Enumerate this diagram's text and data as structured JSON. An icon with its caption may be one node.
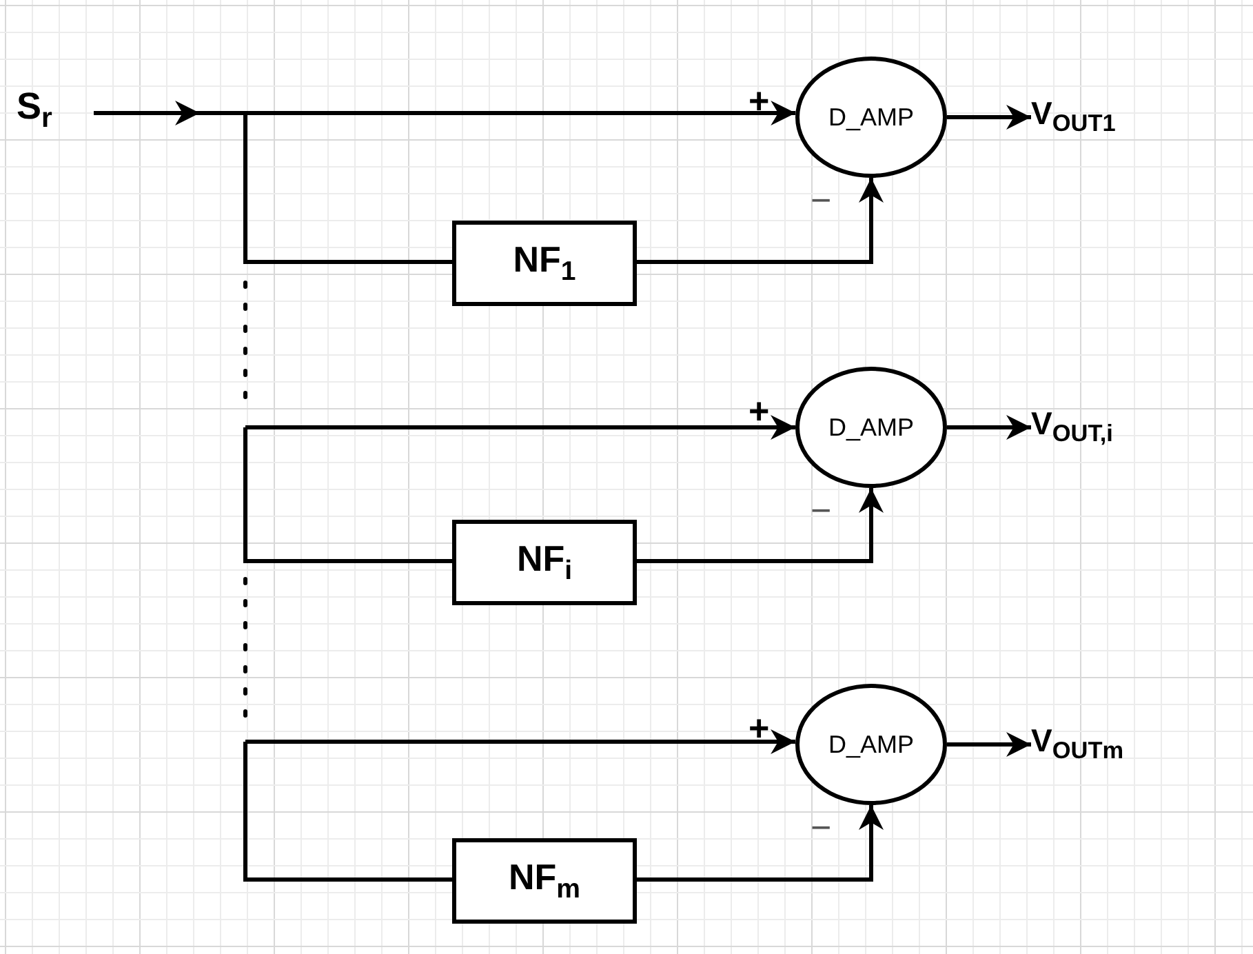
{
  "diagram": {
    "nodes": [
      {
        "text": [
          "S$_{r}$"
        ]
      },
      {
        "text": [
          "D_AMP"
        ],
        "beside": [
          "+",
          "−"
        ]
      },
      {
        "text": [
          "NF$_{1}$"
        ]
      },
      {
        "text": [
          "V$_{OUT1}$"
        ]
      },
      {
        "text": [
          "D_AMP"
        ],
        "beside": [
          "+",
          "−"
        ]
      },
      {
        "text": [
          "NF$_{i}$"
        ]
      },
      {
        "text": [
          "V$_{OUT,i}$"
        ]
      },
      {
        "text": [
          "D_AMP"
        ],
        "beside": [
          "+",
          "−"
        ]
      },
      {
        "text": [
          "NF$_{m}$"
        ]
      },
      {
        "text": [
          "V$_{OUTm}$"
        ]
      }
    ],
    "edges": [
      {
        "from": 0,
        "to": 1,
        "arrow": "to"
      },
      {
        "from": 0,
        "to": 2,
        "arrow": "none"
      },
      {
        "from": 2,
        "to": 1,
        "arrow": "to"
      },
      {
        "from": 1,
        "to": 3,
        "arrow": "to"
      },
      {
        "from": null,
        "to": 4,
        "arrow": "to"
      },
      {
        "from": null,
        "to": 5,
        "arrow": "none"
      },
      {
        "from": 5,
        "to": 4,
        "arrow": "to"
      },
      {
        "from": 4,
        "to": 6,
        "arrow": "to"
      },
      {
        "from": null,
        "to": 7,
        "arrow": "to"
      },
      {
        "from": null,
        "to": 8,
        "arrow": "none"
      },
      {
        "from": 8,
        "to": 7,
        "arrow": "to"
      },
      {
        "from": 7,
        "to": 9,
        "arrow": "to"
      }
    ]
  }
}
